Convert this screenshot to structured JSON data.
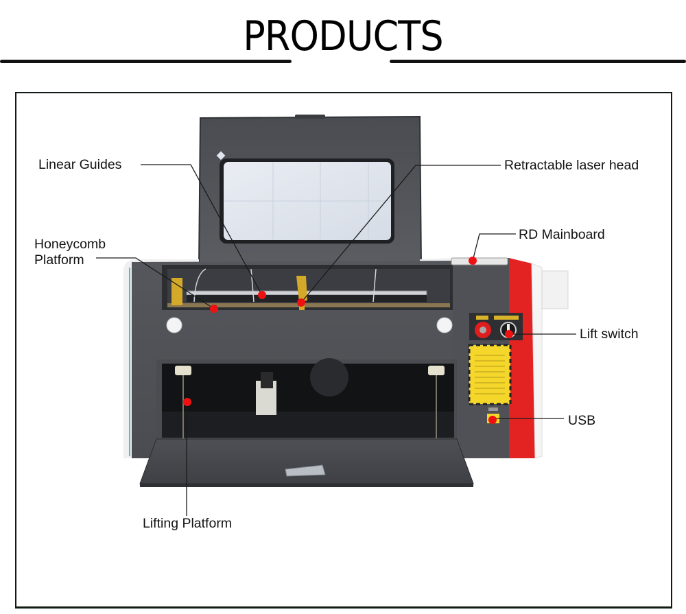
{
  "header": {
    "title": "PRODUCTS"
  },
  "callouts": {
    "linear_guides": "Linear Guides",
    "honeycomb_line1": "Honeycomb",
    "honeycomb_line2": "Platform",
    "laser_head": "Retractable laser head",
    "rd_mainboard": "RD Mainboard",
    "lift_switch": "Lift switch",
    "usb": "USB",
    "lifting_platform": "Lifting Platform"
  },
  "colors": {
    "body": "#505257",
    "body_dark": "#3d3f44",
    "accent_red": "#e32222",
    "marker": "#ee1111",
    "warning_yellow": "#f5d62a",
    "brass": "#d4a92a"
  }
}
